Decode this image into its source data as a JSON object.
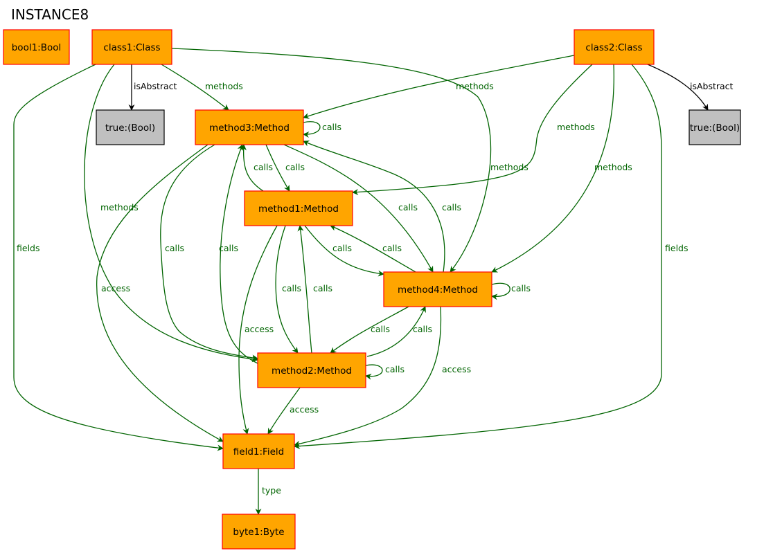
{
  "title": "INSTANCE8",
  "colors": {
    "object_fill": "#ffa500",
    "object_stroke": "#ff0000",
    "value_fill": "#c0c0c0",
    "value_stroke": "#000000",
    "edge_green": "#006400",
    "edge_black": "#000000"
  },
  "nodes": {
    "bool1": {
      "label": "bool1:Bool",
      "kind": "object"
    },
    "class1": {
      "label": "class1:Class",
      "kind": "object"
    },
    "class2": {
      "label": "class2:Class",
      "kind": "object"
    },
    "true1": {
      "label": "true:(Bool)",
      "kind": "value"
    },
    "true2": {
      "label": "true:(Bool)",
      "kind": "value"
    },
    "method3": {
      "label": "method3:Method",
      "kind": "object"
    },
    "method1": {
      "label": "method1:Method",
      "kind": "object"
    },
    "method4": {
      "label": "method4:Method",
      "kind": "object"
    },
    "method2": {
      "label": "method2:Method",
      "kind": "object"
    },
    "field1": {
      "label": "field1:Field",
      "kind": "object"
    },
    "byte1": {
      "label": "byte1:Byte",
      "kind": "object"
    }
  },
  "edges": [
    {
      "id": "c1-isabstract",
      "from": "class1",
      "to": "true1",
      "label": "isAbstract",
      "color": "black"
    },
    {
      "id": "c2-isabstract",
      "from": "class2",
      "to": "true2",
      "label": "isAbstract",
      "color": "black"
    },
    {
      "id": "c1-methods-m3",
      "from": "class1",
      "to": "method3",
      "label": "methods",
      "color": "green"
    },
    {
      "id": "c1-methods-m2",
      "from": "class1",
      "to": "method2",
      "label": "methods",
      "color": "green"
    },
    {
      "id": "c1-methods-m4",
      "from": "class1",
      "to": "method4",
      "label": "methods",
      "color": "green"
    },
    {
      "id": "c1-fields",
      "from": "class1",
      "to": "field1",
      "label": "fields",
      "color": "green"
    },
    {
      "id": "c2-methods-m3",
      "from": "class2",
      "to": "method3",
      "label": "methods",
      "color": "green"
    },
    {
      "id": "c2-methods-m1",
      "from": "class2",
      "to": "method1",
      "label": "methods",
      "color": "green"
    },
    {
      "id": "c2-methods-m4",
      "from": "class2",
      "to": "method4",
      "label": "methods",
      "color": "green"
    },
    {
      "id": "c2-fields",
      "from": "class2",
      "to": "field1",
      "label": "fields",
      "color": "green"
    },
    {
      "id": "m3-calls-m3",
      "from": "method3",
      "to": "method3",
      "label": "calls",
      "color": "green"
    },
    {
      "id": "m3-calls-m1",
      "from": "method3",
      "to": "method1",
      "label": "calls",
      "color": "green"
    },
    {
      "id": "m1-calls-m3",
      "from": "method1",
      "to": "method3",
      "label": "calls",
      "color": "green"
    },
    {
      "id": "m3-calls-m4",
      "from": "method3",
      "to": "method4",
      "label": "calls",
      "color": "green"
    },
    {
      "id": "m4-calls-m3",
      "from": "method4",
      "to": "method3",
      "label": "calls",
      "color": "green"
    },
    {
      "id": "m3-calls-m2",
      "from": "method3",
      "to": "method2",
      "label": "calls",
      "color": "green"
    },
    {
      "id": "m2-calls-m3",
      "from": "method2",
      "to": "method3",
      "label": "calls",
      "color": "green"
    },
    {
      "id": "m3-access",
      "from": "method3",
      "to": "field1",
      "label": "access",
      "color": "green"
    },
    {
      "id": "m1-calls-m4",
      "from": "method1",
      "to": "method4",
      "label": "calls",
      "color": "green"
    },
    {
      "id": "m4-calls-m1",
      "from": "method4",
      "to": "method1",
      "label": "calls",
      "color": "green"
    },
    {
      "id": "m1-calls-m2",
      "from": "method1",
      "to": "method2",
      "label": "calls",
      "color": "green"
    },
    {
      "id": "m2-calls-m1",
      "from": "method2",
      "to": "method1",
      "label": "calls",
      "color": "green"
    },
    {
      "id": "m1-access",
      "from": "method1",
      "to": "field1",
      "label": "access",
      "color": "green"
    },
    {
      "id": "m4-calls-m4",
      "from": "method4",
      "to": "method4",
      "label": "calls",
      "color": "green"
    },
    {
      "id": "m4-calls-m2",
      "from": "method4",
      "to": "method2",
      "label": "calls",
      "color": "green"
    },
    {
      "id": "m2-calls-m4",
      "from": "method2",
      "to": "method4",
      "label": "calls",
      "color": "green"
    },
    {
      "id": "m4-access",
      "from": "method4",
      "to": "field1",
      "label": "access",
      "color": "green"
    },
    {
      "id": "m2-calls-m2",
      "from": "method2",
      "to": "method2",
      "label": "calls",
      "color": "green"
    },
    {
      "id": "m2-access",
      "from": "method2",
      "to": "field1",
      "label": "access",
      "color": "green"
    },
    {
      "id": "f1-type",
      "from": "field1",
      "to": "byte1",
      "label": "type",
      "color": "green"
    }
  ]
}
